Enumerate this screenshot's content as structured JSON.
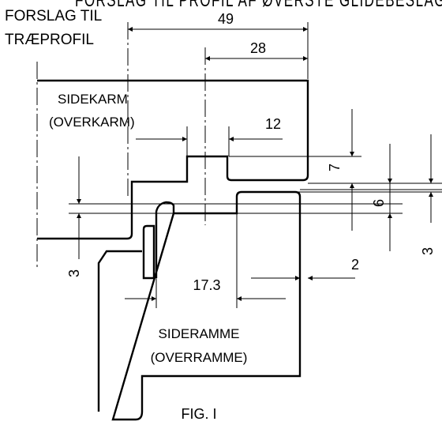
{
  "header": {
    "top_text": "FORSLAG TIL PROFIL AF ØVERSTE GLIDEBESLAG",
    "proposal_line1": "FORSLAG TIL",
    "proposal_line2": "TRÆPROFIL"
  },
  "parts": {
    "side_frame_line1": "SIDEKARM",
    "side_frame_line2": "(OVERKARM)",
    "sash_line1": "SIDERAMME",
    "sash_line2": "(OVERRAMME)"
  },
  "dimensions": {
    "d49": "49",
    "d28": "28",
    "d12": "12",
    "d7": "7",
    "d6": "6",
    "d3_right": "3",
    "d3_left": "3",
    "d2": "2",
    "d17_3": "17.3"
  },
  "figure": {
    "caption": "FIG. I"
  },
  "colors": {
    "ink": "#000000",
    "paper": "#ffffff"
  }
}
